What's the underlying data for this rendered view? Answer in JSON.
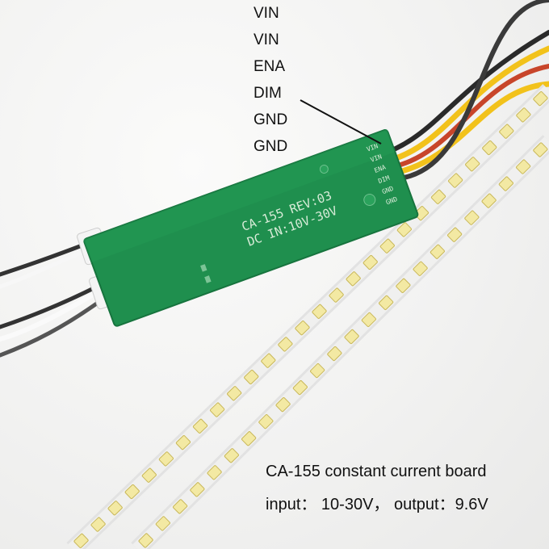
{
  "pin_labels": [
    "VIN",
    "VIN",
    "ENA",
    "DIM",
    "GND",
    "GND"
  ],
  "board": {
    "model_line": "CA-155 REV:03",
    "input_line": "DC IN:10V-30V",
    "pin_silkscreen": [
      "VIN",
      "VIN",
      "ENA",
      "DIM",
      "GND",
      "GND"
    ]
  },
  "caption": {
    "line1": "CA-155 constant current board",
    "line2": "input： 10-30V， output：9.6V"
  },
  "colors": {
    "board_green": "#1f8f4e",
    "wire_yellow": "#f2c21b",
    "wire_red": "#c8452a",
    "wire_black": "#2a2a2a",
    "led_strip": "#ececec",
    "led_chip": "#f3e9a3"
  }
}
